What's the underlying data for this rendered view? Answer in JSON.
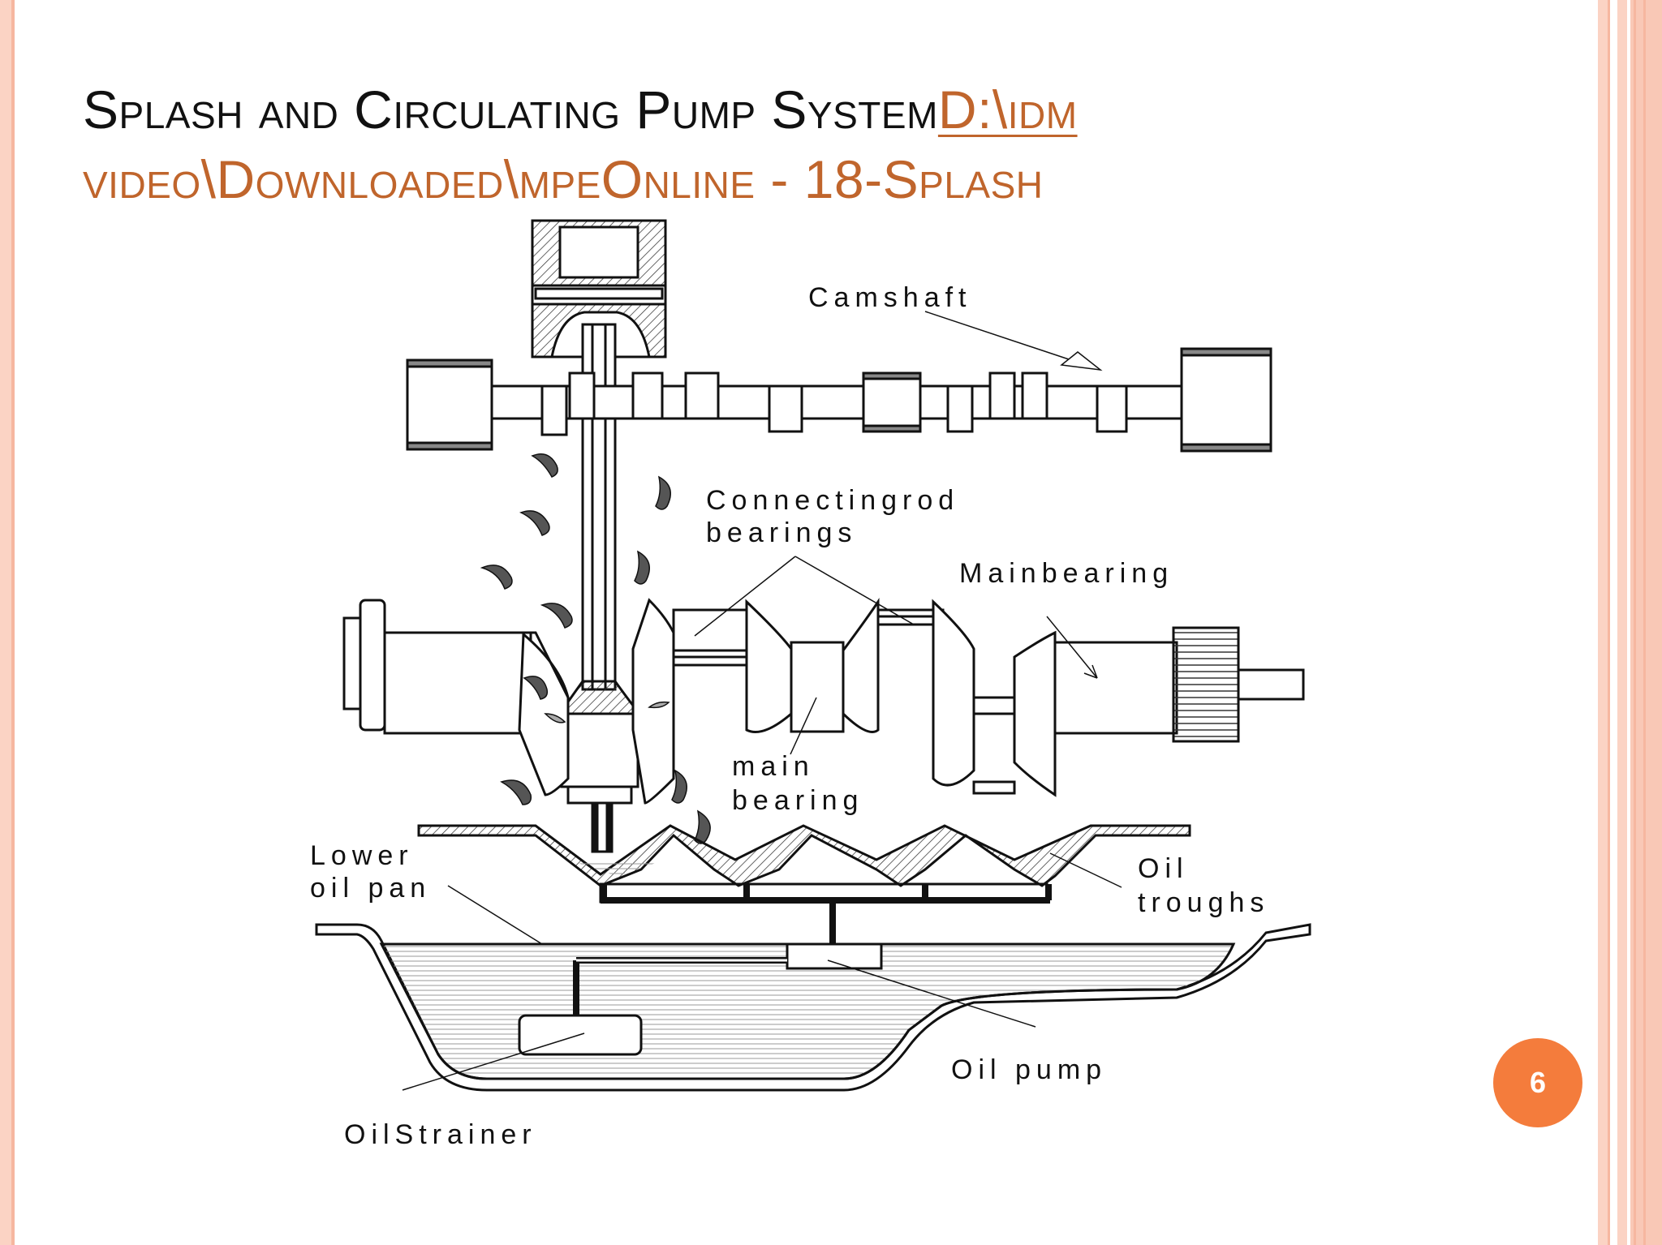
{
  "slide": {
    "title_plain": "Splash and Circulating Pump System",
    "title_link_part1": "D:\\idm",
    "title_link_part2": "video\\Downloaded\\mpeOnline - 18-Splash",
    "page_number": "6"
  },
  "diagram": {
    "labels": {
      "camshaft": "Camshaft",
      "connecting_rod_line1": "Connectingrod",
      "connecting_rod_line2": "bearings",
      "main_bearing_right": "Mainbearing",
      "main_bearing_line1": "main",
      "main_bearing_line2": "bearing",
      "lower_oil_pan_line1": "Lower",
      "lower_oil_pan_line2": "oil pan",
      "oil_troughs_line1": "Oil",
      "oil_troughs_line2": "troughs",
      "oil_pump": "Oil pump",
      "oil_strainer": "OilStrainer"
    }
  },
  "colors": {
    "accent_orange": "#f47c3c",
    "link_brown": "#c0652c",
    "stripe_pink": "#fbd3c4"
  }
}
